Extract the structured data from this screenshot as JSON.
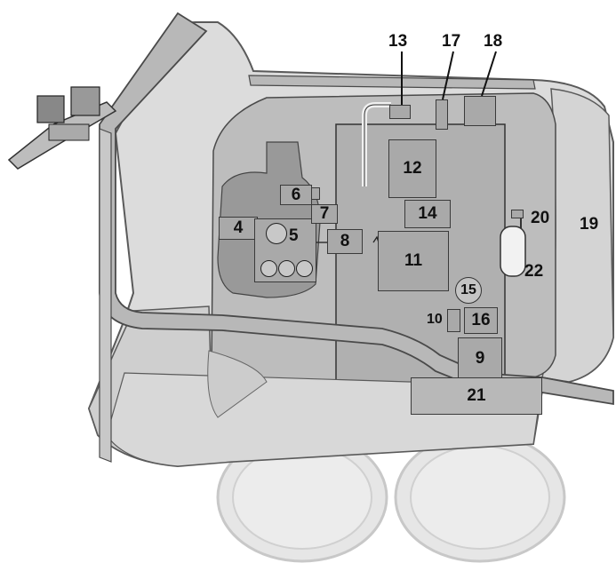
{
  "diagram": {
    "callouts": [
      {
        "id": "c4",
        "text": "4"
      },
      {
        "id": "c5",
        "text": "5"
      },
      {
        "id": "c6",
        "text": "6"
      },
      {
        "id": "c7",
        "text": "7"
      },
      {
        "id": "c8",
        "text": "8"
      },
      {
        "id": "c9",
        "text": "9"
      },
      {
        "id": "c10",
        "text": "10"
      },
      {
        "id": "c11",
        "text": "11"
      },
      {
        "id": "c12",
        "text": "12"
      },
      {
        "id": "c13",
        "text": "13"
      },
      {
        "id": "c14",
        "text": "14"
      },
      {
        "id": "c15",
        "text": "15"
      },
      {
        "id": "c16",
        "text": "16"
      },
      {
        "id": "c17",
        "text": "17"
      },
      {
        "id": "c18",
        "text": "18"
      },
      {
        "id": "c19",
        "text": "19"
      },
      {
        "id": "c20",
        "text": "20"
      },
      {
        "id": "c21",
        "text": "21"
      },
      {
        "id": "c22",
        "text": "22"
      }
    ]
  },
  "colors": {
    "body_fill": "#dcdcdc",
    "body_outline": "#5a5a5a",
    "frame_fill": "#b8b8b8",
    "component_fill": "#a9a9a9",
    "wheel_fill": "#e6e6e6"
  }
}
